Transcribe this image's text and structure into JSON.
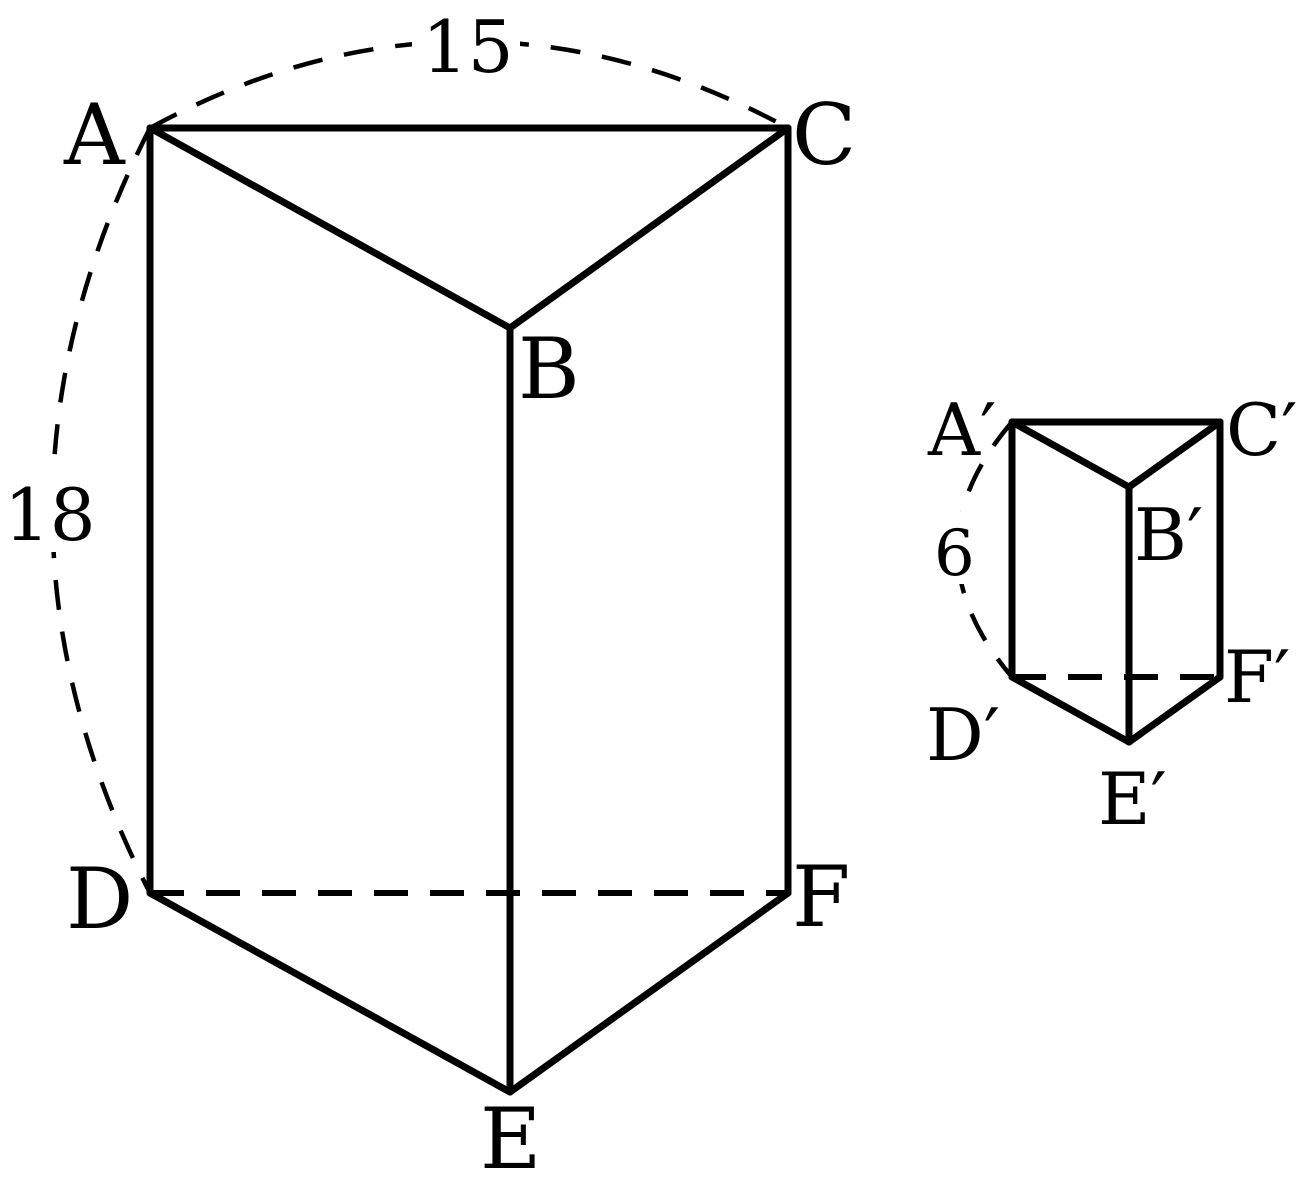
{
  "figures": {
    "large_prism": {
      "labels": {
        "A": "A",
        "B": "B",
        "C": "C",
        "D": "D",
        "E": "E",
        "F": "F"
      },
      "dimensions": {
        "top_edge": "15",
        "height": "18"
      }
    },
    "small_prism": {
      "labels": {
        "A": "A′",
        "B": "B′",
        "C": "C′",
        "D": "D′",
        "E": "E′",
        "F": "F′"
      },
      "dimensions": {
        "height": "6"
      }
    }
  }
}
